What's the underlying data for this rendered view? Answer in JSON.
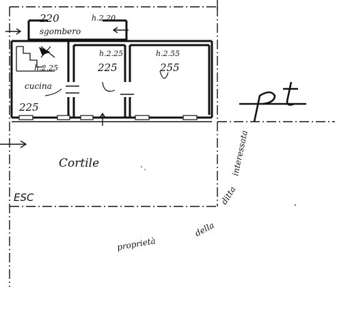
{
  "labels": {
    "sgombero": "sgombero",
    "sgombero_area": "220",
    "sgombero_height": "h.2.20",
    "cucina": "cucina",
    "cucina_height": "h.2.25",
    "cucina_area": "225",
    "room_mid_height": "h.2.25",
    "room_mid_area": "225",
    "room_right_height": "h.2.55",
    "room_right_area": "255",
    "cortile": "Cortile",
    "esc": "ESC",
    "pt": "pt",
    "property": [
      "proprietà",
      "della",
      "ditta",
      "interessata"
    ]
  },
  "colors": {
    "ink": "#111111",
    "paper": "#ffffff"
  }
}
